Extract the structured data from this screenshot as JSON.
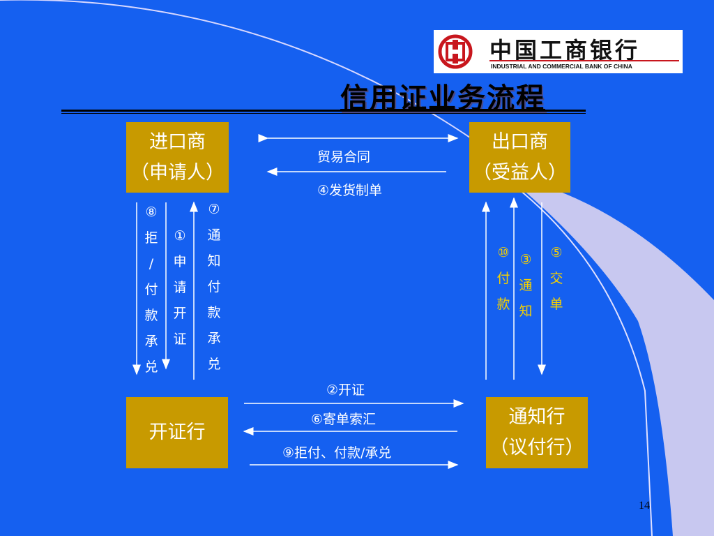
{
  "colors": {
    "background": "#1560f0",
    "box": "#c89a00",
    "label_white": "#ffffff",
    "label_yellow": "#f5d000",
    "curve_band": "#c8c8f0"
  },
  "logo": {
    "name_cn": "中国工商银行",
    "name_en": "INDUSTRIAL AND COMMERCIAL BANK OF CHINA",
    "icon": "icbc-seal-icon"
  },
  "title": "信用证业务流程",
  "nodes": {
    "importer": {
      "line1": "进口商",
      "line2": "（申请人）"
    },
    "exporter": {
      "line1": "出口商",
      "line2": "（受益人）"
    },
    "issuing_bank": {
      "line1": "开证行"
    },
    "advising_bank": {
      "line1": "通知行",
      "line2": "（议付行）"
    }
  },
  "flows": {
    "trade_contract": "贸易合同",
    "ship_docs": "④发货制单",
    "issue_lc": "②开证",
    "send_docs": "⑥寄单索汇",
    "refuse_pay": "⑨拒付、付款/承兑",
    "apply": [
      "①",
      "申",
      "请",
      "开",
      "证"
    ],
    "refuse_accept": [
      "⑧",
      "拒",
      "/",
      "付",
      "款",
      "承",
      "兑"
    ],
    "notify_pay": [
      "⑦",
      "通",
      "知",
      "付",
      "款",
      "承",
      "兑"
    ],
    "pay": [
      "⑩",
      "付",
      "款"
    ],
    "notify": [
      "③",
      "通",
      "知"
    ],
    "present_docs": [
      "⑤",
      "交",
      "单"
    ]
  },
  "page_number": "14"
}
